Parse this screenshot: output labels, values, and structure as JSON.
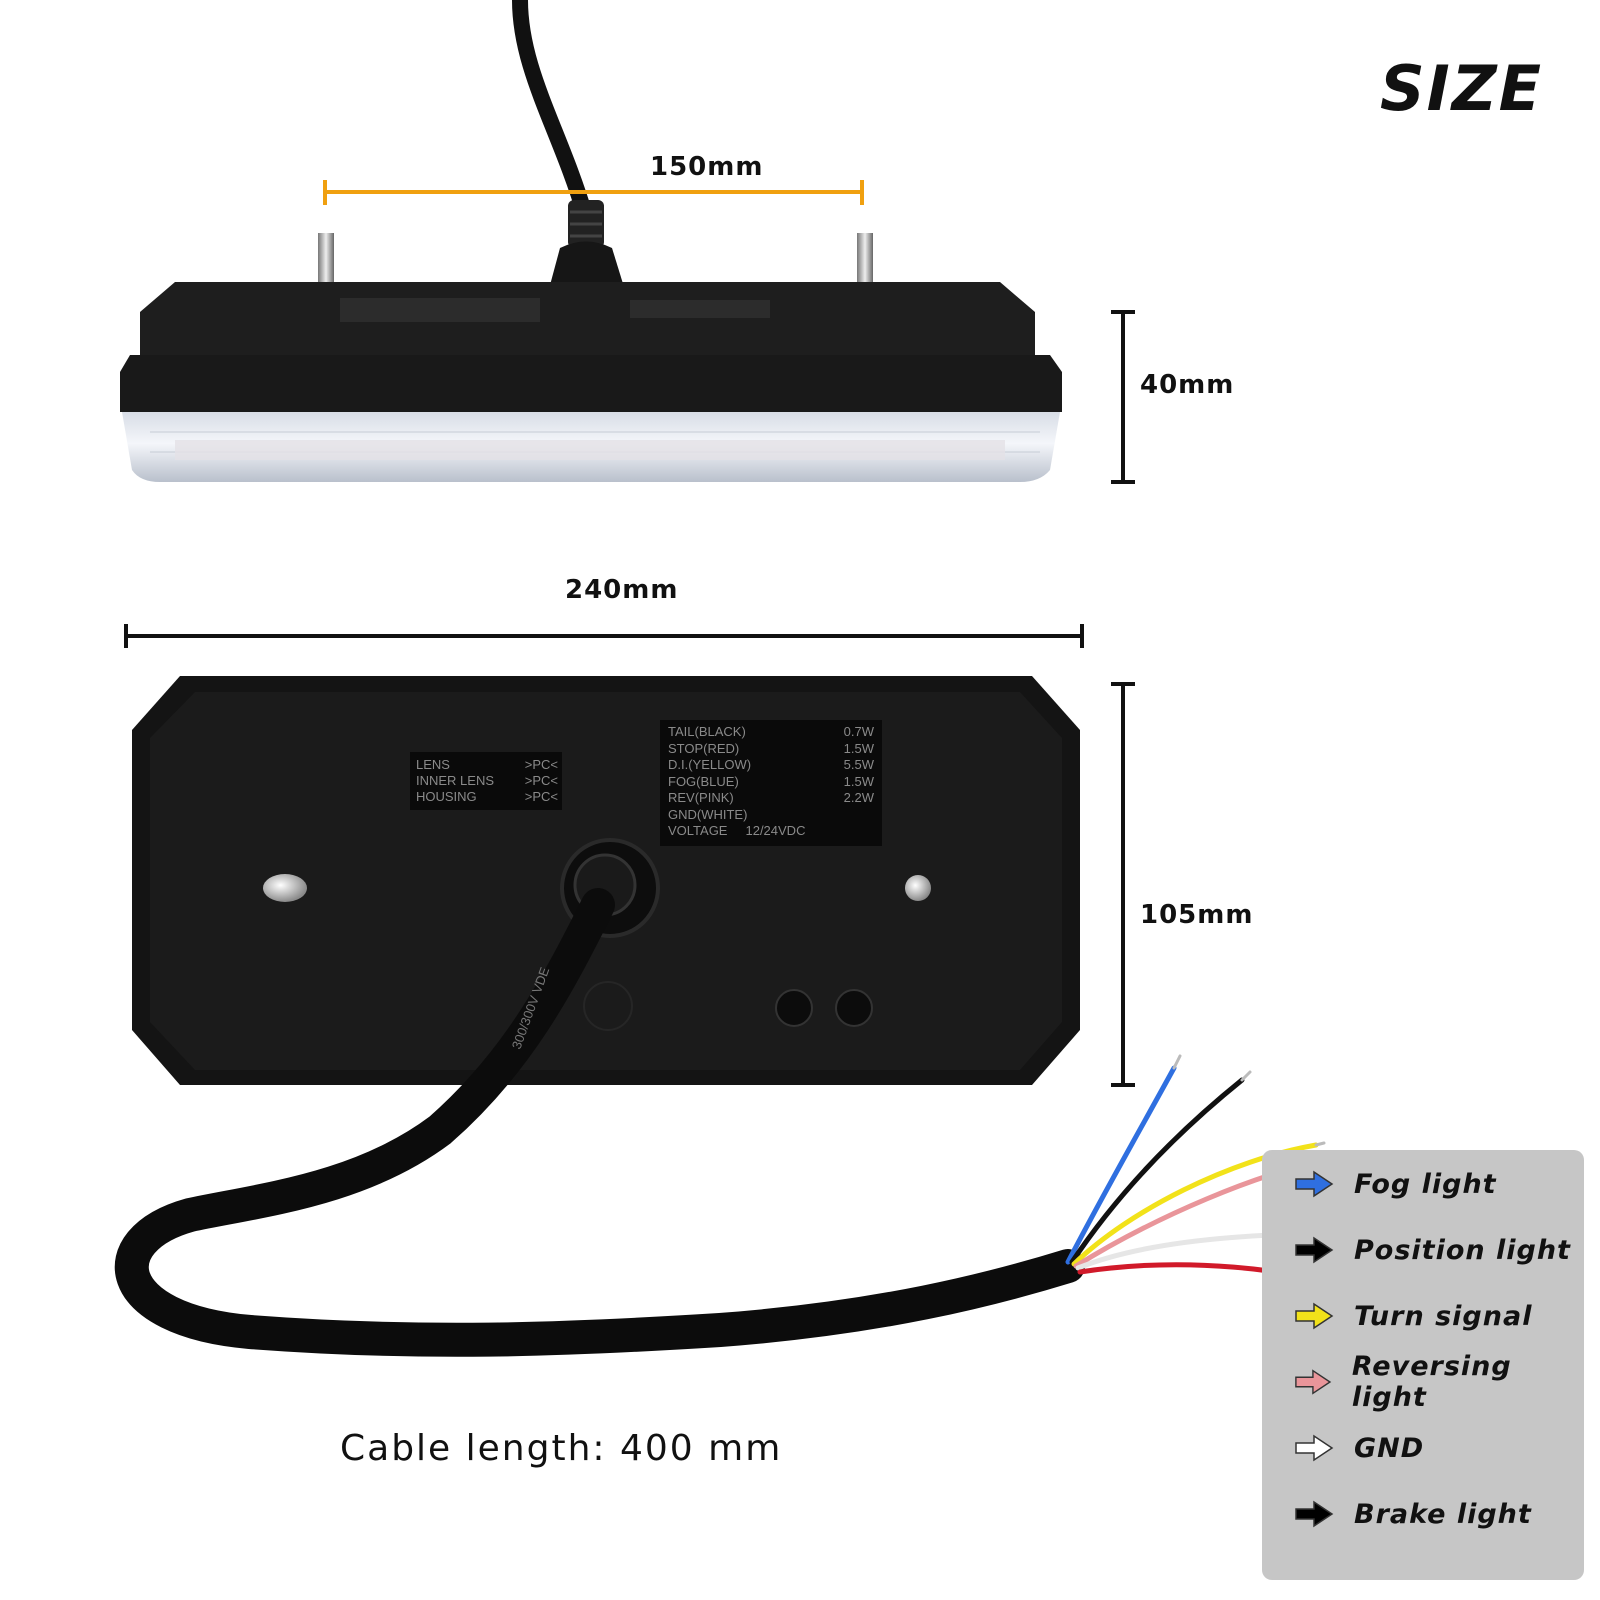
{
  "title": "SIZE",
  "dimensions": {
    "bolt_spacing": "150mm",
    "depth": "40mm",
    "length": "240mm",
    "height": "105mm"
  },
  "cable_label": "Cable length: 400 mm",
  "spec_plate": {
    "rows": [
      {
        "name": "TAIL(BLACK)",
        "value": "0.7W"
      },
      {
        "name": "STOP(RED)",
        "value": "1.5W"
      },
      {
        "name": "D.I.(YELLOW)",
        "value": "5.5W"
      },
      {
        "name": "FOG(BLUE)",
        "value": "1.5W"
      },
      {
        "name": "REV(PINK)",
        "value": "2.2W"
      },
      {
        "name": "GND(WHITE)",
        "value": ""
      },
      {
        "name": "VOLTAGE",
        "value": "12/24VDC"
      }
    ]
  },
  "material_plate": {
    "rows": [
      {
        "name": "LENS",
        "value": ">PC<"
      },
      {
        "name": "INNER LENS",
        "value": ">PC<"
      },
      {
        "name": "HOUSING",
        "value": ">PC<"
      }
    ]
  },
  "legend": {
    "items": [
      {
        "label": "Fog light",
        "color": "#2f6fe0"
      },
      {
        "label": "Position light",
        "color": "#000000"
      },
      {
        "label": "Turn signal",
        "color": "#f2e21a"
      },
      {
        "label": "Reversing light",
        "color": "#e9959a"
      },
      {
        "label": "GND",
        "color": "#ffffff"
      },
      {
        "label": "Brake light",
        "color": "#000000"
      }
    ]
  },
  "colors": {
    "dimension_orange": "#f0a010",
    "housing": "#1c1c1c",
    "wire_blue": "#2f6fe0",
    "wire_black": "#111111",
    "wire_yellow": "#f2e21a",
    "wire_pink": "#e9959a",
    "wire_white": "#f4f4f4",
    "wire_red": "#d11a2a"
  }
}
